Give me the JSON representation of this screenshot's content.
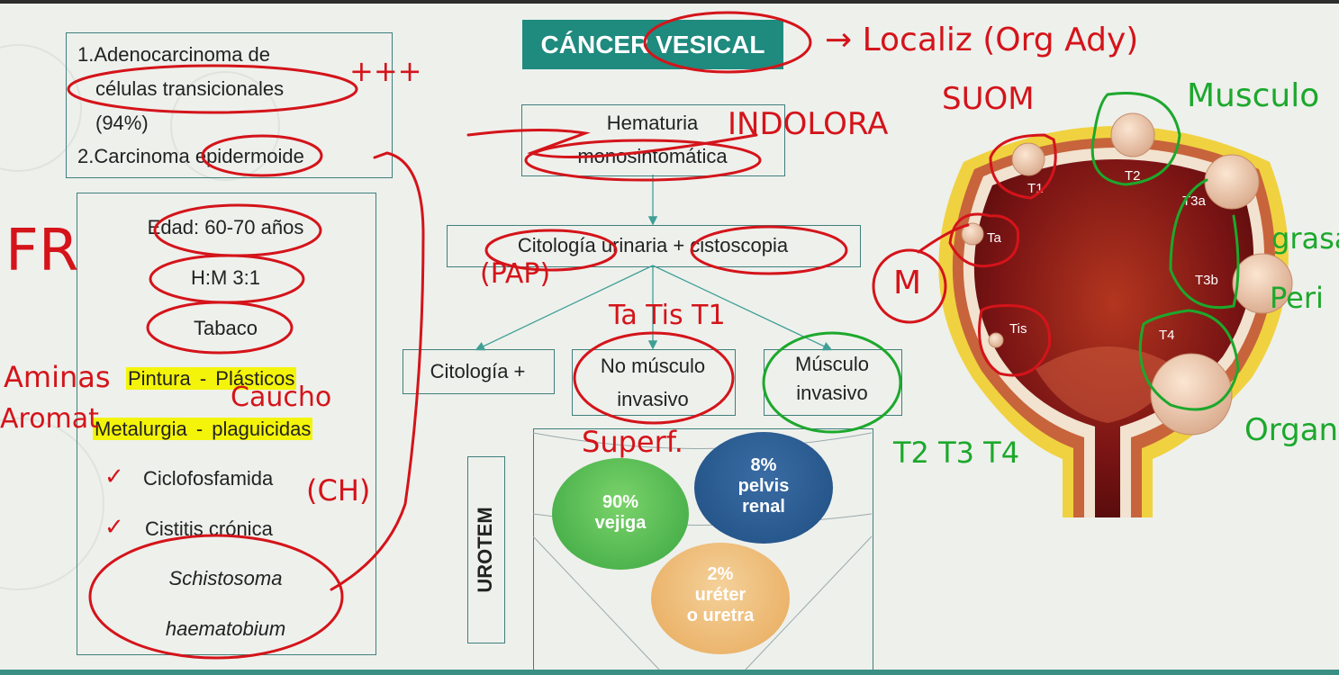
{
  "title": "CÁNCER VESICAL",
  "types": {
    "line1": "1.Adenocarcinoma de",
    "line2": "células transicionales",
    "line3": "(94%)",
    "line4": "2.Carcinoma epidermoide"
  },
  "risk": {
    "age": "Edad: 60-70 años",
    "ratio": "H:M   3:1",
    "tobacco": "Tabaco",
    "paint_a": "Pintura",
    "dash": " - ",
    "paint_b": "Plásticos",
    "metal_a": "Metalurgia",
    "metal_b": "plaguicidas",
    "cyclo": "Ciclofosfamida",
    "cystitis": "Cistitis crónica",
    "schisto1": "Schistosoma",
    "schisto2": "haematobium",
    "check": "✓"
  },
  "flow": {
    "hema1": "Hematuria",
    "hema2": "monosintomática",
    "cito": "Citología urinaria + cistoscopia",
    "citopos": "Citología +",
    "nomusc1": "No músculo",
    "nomusc2": "invasivo",
    "musc1": "Músculo",
    "musc2": "invasivo"
  },
  "urotem": {
    "label": "UROTEM",
    "vejiga": [
      "90%",
      "vejiga"
    ],
    "pelvis": [
      "8%",
      "pelvis",
      "renal"
    ],
    "ureter": [
      "2%",
      "uréter",
      "o uretra"
    ]
  },
  "stages": [
    "T1",
    "T2",
    "T3a",
    "Ta",
    "T3b",
    "Tis",
    "T4"
  ],
  "annotations": {
    "localiz": "→ Localiz (Org Ady)",
    "plus": "+++",
    "indolora": "INDOLORA",
    "suom": "SUOM",
    "musculo": "Musculo",
    "fr": "FR",
    "pap": "(PAP)",
    "ta": "Ta Tis T1",
    "m": "M",
    "aminas": "Aminas",
    "aromat": "Aromat",
    "caucho": "Caucho",
    "ch": "(CH)",
    "superf": "Superf.",
    "t234": "T2 T3 T4",
    "grasa": "grasa",
    "peri": "Peri",
    "organ": "Organ"
  },
  "colors": {
    "accent": "#1f8a7e",
    "ink_red": "#d4141a",
    "ink_green": "#1ca82c",
    "highlight": "#f4f40a"
  }
}
